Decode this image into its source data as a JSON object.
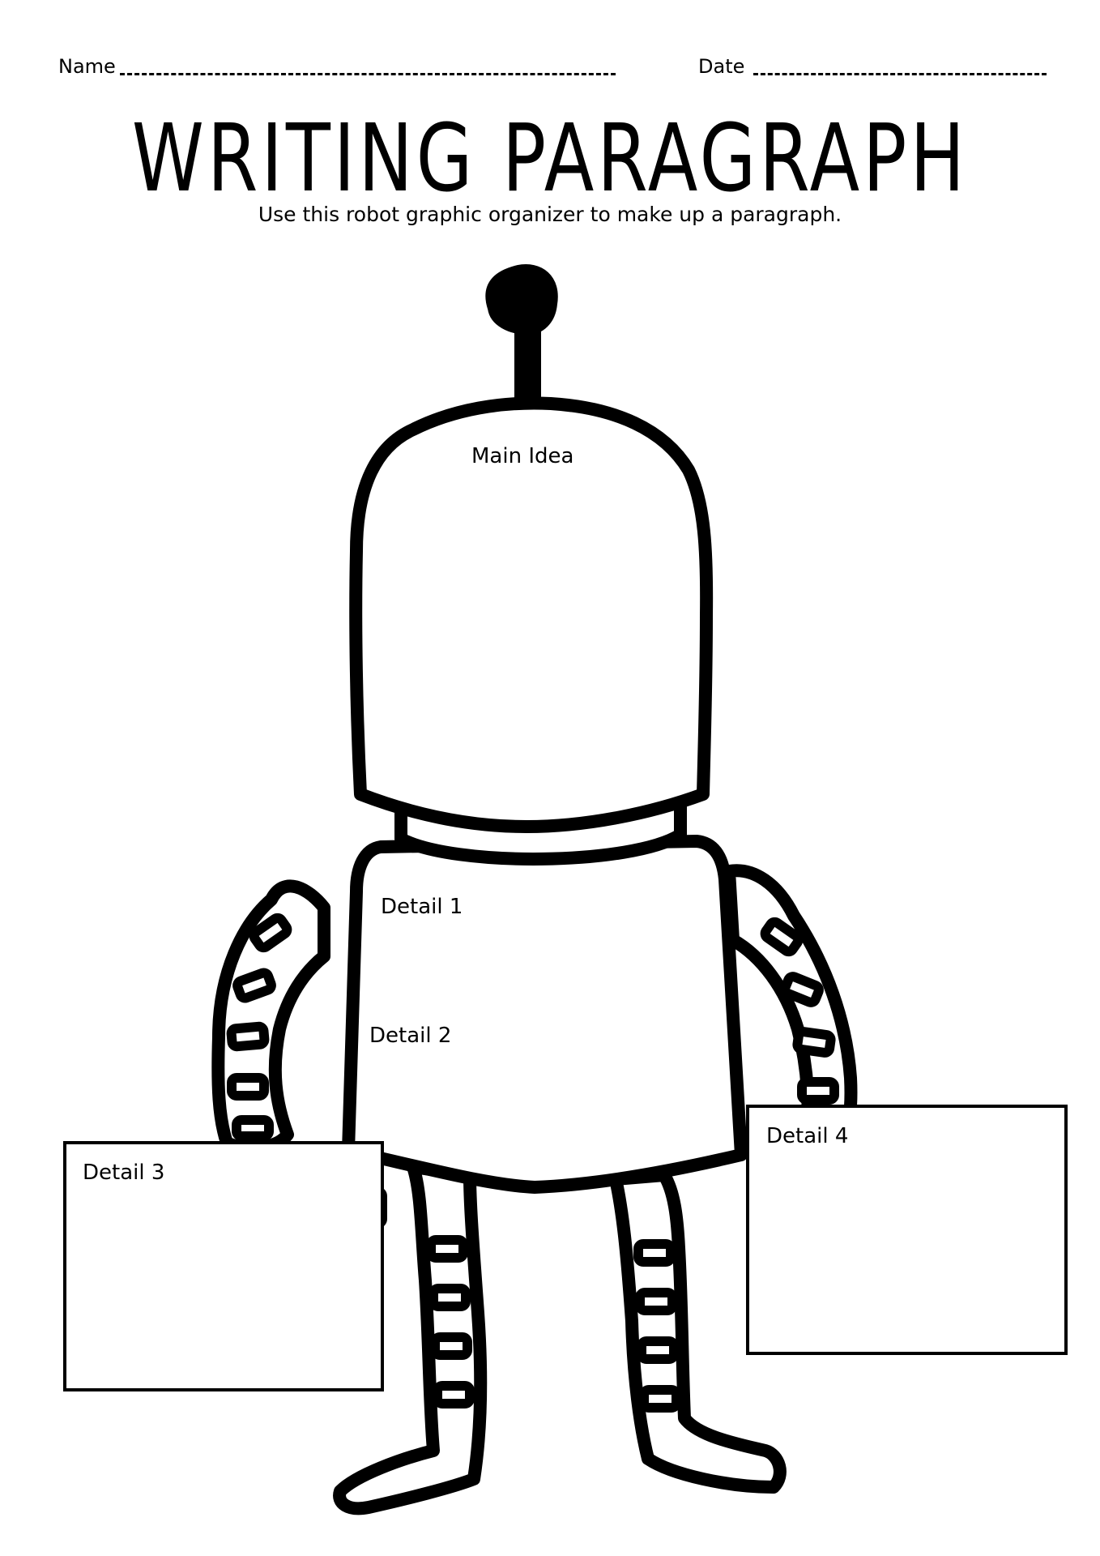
{
  "header": {
    "name_label": "Name",
    "date_label": "Date"
  },
  "title": "WRITING PARAGRAPH",
  "subtitle": "Use this robot graphic organizer to make up a paragraph.",
  "organizer": {
    "main_idea": "Main Idea",
    "detail_1": "Detail 1",
    "detail_2": "Detail 2",
    "detail_3": "Detail 3",
    "detail_4": "Detail 4"
  }
}
